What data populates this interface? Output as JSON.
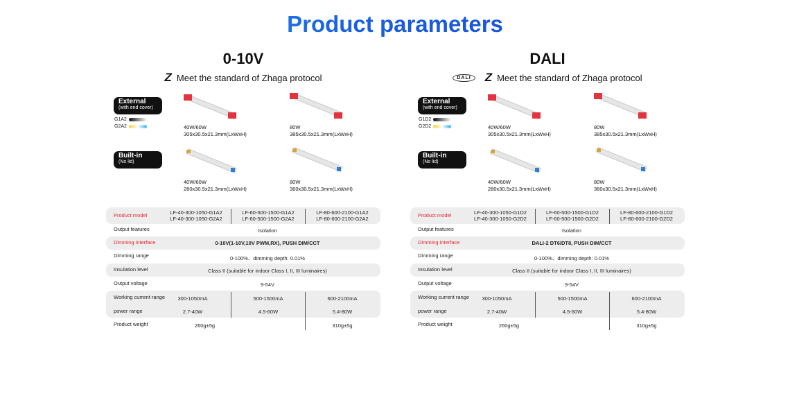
{
  "title": "Product parameters",
  "panels": [
    {
      "name": "0-10V",
      "protocol": "Meet the standard of Zhaga protocol",
      "has_dali_logo": false,
      "external": {
        "label": "External",
        "sub": "(with end cover)"
      },
      "builtin": {
        "label": "Built-in",
        "sub": "(No lid)"
      },
      "legend": [
        "G1A2",
        "G2A2"
      ],
      "products": [
        {
          "power": "40W/60W",
          "size": "305x30.5x21.3mm(LxWxH)"
        },
        {
          "power": "80W",
          "size": "385x30.5x21.3mm(LxWxH)"
        },
        {
          "power": "40W/60W",
          "size": "280x30.5x21.3mm(LxWxH)"
        },
        {
          "power": "80W",
          "size": "360x30.5x21.3mm(LxWxH)"
        }
      ],
      "table": {
        "model_label": "Product model",
        "models": [
          [
            "LF-40-300-1050-G1A2",
            "LF-40-300-1050-G2A2"
          ],
          [
            "LF-60-500-1500-G1A2",
            "LF-60-500-1500-G2A2"
          ],
          [
            "LF-80-600-2100-G1A2",
            "LF-80-600-2100-G2A2"
          ]
        ],
        "output_features_label": "Output features",
        "output_features": "Isolation",
        "dimming_interface_label": "Dimming interface",
        "dimming_interface": "0-10V(1-10V,10V PWM,RX), PUSH DIM/CCT",
        "dimming_range_label": "Dimming range",
        "dimming_range": "0-100%、dimming depth: 0.01%",
        "insulation_label": "Insulation level",
        "insulation": "Class II (suitable for indoor Class I, II, III luminaires)",
        "voltage_label": "Output voltage",
        "voltage": "9-54V",
        "current_label": "Working current range",
        "currents": [
          "300-1050mA",
          "500-1500mA",
          "600-2100mA"
        ],
        "power_label": "power range",
        "powers": [
          "2.7-40W",
          "4.5-60W",
          "5.4-80W"
        ],
        "weight_label": "Product weight",
        "weights": [
          "260g±5g",
          "310g±5g"
        ]
      }
    },
    {
      "name": "DALI",
      "protocol": "Meet the standard of Zhaga protocol",
      "has_dali_logo": true,
      "dali_logo_text": "DALI",
      "external": {
        "label": "External",
        "sub": "(with end cover)"
      },
      "builtin": {
        "label": "Built-in",
        "sub": "(No lid)"
      },
      "legend": [
        "G1D2",
        "G2D2"
      ],
      "products": [
        {
          "power": "40W/60W",
          "size": "305x30.5x21.3mm(LxWxH)"
        },
        {
          "power": "80W",
          "size": "385x30.5x21.3mm(LxWxH)"
        },
        {
          "power": "40W/60W",
          "size": "280x30.5x21.3mm(LxWxH)"
        },
        {
          "power": "80W",
          "size": "360x30.5x21.3mm(LxWxH)"
        }
      ],
      "table": {
        "model_label": "Product model",
        "models": [
          [
            "LF-40-300-1050-G1D2",
            "LF-40-300-1050-G2D2"
          ],
          [
            "LF-60-500-1500-G1D2",
            "LF-60-500-1500-G2D2"
          ],
          [
            "LF-80-600-2100-G1D2",
            "LF-80-600-2100-G2D2"
          ]
        ],
        "output_features_label": "Output features",
        "output_features": "Isolation",
        "dimming_interface_label": "Dimming interface",
        "dimming_interface": "DALI-2 DT6/DT8, PUSH DIM/CCT",
        "dimming_range_label": "Dimming range",
        "dimming_range": "0-100%、dimming depth: 0.01%",
        "insulation_label": "Insulation level",
        "insulation": "Class II (suitable for indoor Class I, II, III luminaires)",
        "voltage_label": "Output voltage",
        "voltage": "9-54V",
        "current_label": "Working current range",
        "currents": [
          "300-1050mA",
          "500-1500mA",
          "600-2100mA"
        ],
        "power_label": "power range",
        "powers": [
          "2.7-40W",
          "4.5-60W",
          "5.4-80W"
        ],
        "weight_label": "Product weight",
        "weights": [
          "260g±5g",
          "310g±5g"
        ]
      }
    }
  ]
}
